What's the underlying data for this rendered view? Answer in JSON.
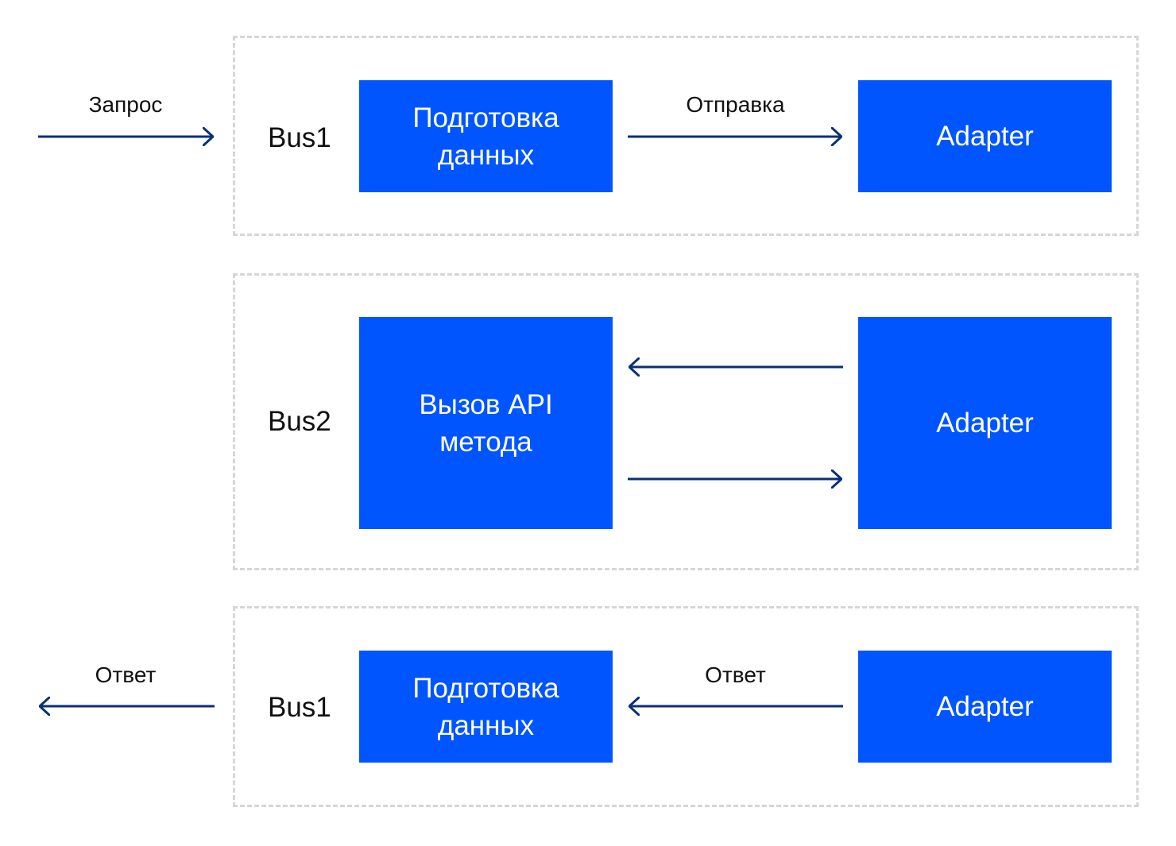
{
  "colors": {
    "box_fill": "#0055ff",
    "arrow": "#0a2f7a",
    "dashed_border": "#d6d6d6"
  },
  "groups": [
    {
      "bus": "Bus1",
      "left_box_lines": [
        "Подготовка",
        "данных"
      ],
      "right_box": "Adapter",
      "incoming_label": "Запрос",
      "middle_label": "Отправка"
    },
    {
      "bus": "Bus2",
      "left_box_lines": [
        "Вызов API",
        "метода"
      ],
      "right_box": "Adapter"
    },
    {
      "bus": "Bus1",
      "left_box_lines": [
        "Подготовка",
        "данных"
      ],
      "right_box": "Adapter",
      "outgoing_label": "Ответ",
      "middle_label": "Ответ"
    }
  ]
}
